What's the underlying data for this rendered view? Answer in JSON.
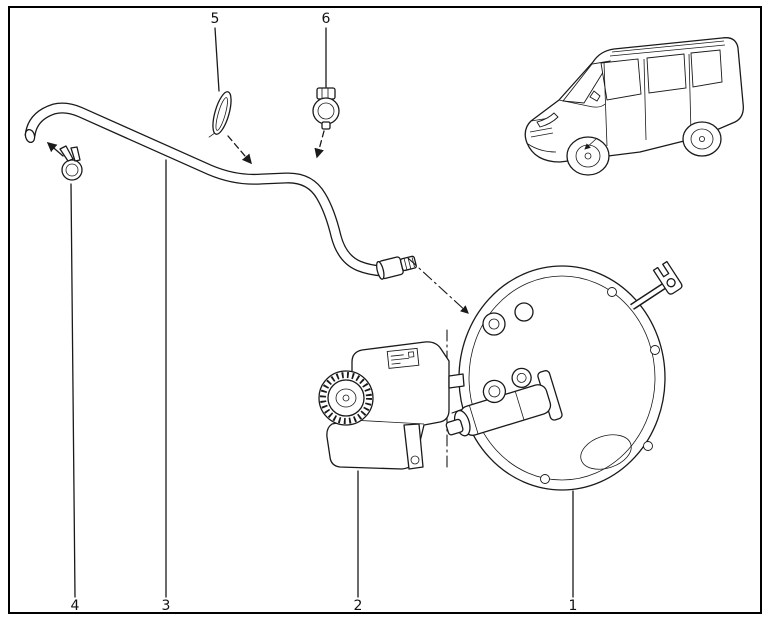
{
  "figure": {
    "type": "exploded-parts-diagram",
    "callouts": [
      {
        "part": "brake-booster-assembly",
        "label": "1"
      },
      {
        "part": "fluid-reservoir",
        "label": "2"
      },
      {
        "part": "vacuum-hose",
        "label": "3"
      },
      {
        "part": "hose-spring-clamp",
        "label": "4"
      },
      {
        "part": "retaining-clip",
        "label": "5"
      },
      {
        "part": "pipe-clamp",
        "label": "6"
      }
    ],
    "colors": {
      "line": "#1a1a1a",
      "background": "#ffffff"
    }
  }
}
